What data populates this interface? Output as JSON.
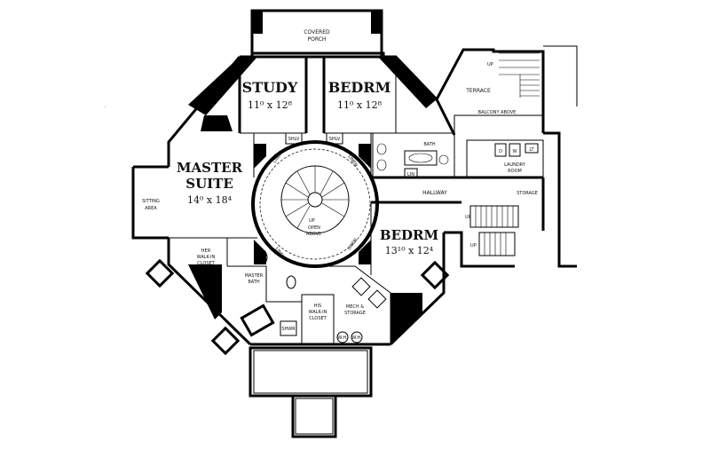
{
  "rooms": {
    "covered_porch": [
      "COVERED",
      "PORCH"
    ],
    "study": {
      "name": "STUDY",
      "dim": "11⁰ x 12⁸"
    },
    "bedrm1": {
      "name": "BEDRM",
      "dim": "11⁰ x 12⁸"
    },
    "master": {
      "name1": "MASTER",
      "name2": "SUITE",
      "dim": "14⁰ x 18⁴"
    },
    "bedrm2": {
      "name": "BEDRM",
      "dim": "13¹⁰ x 12⁴"
    },
    "terrace": "TERRACE",
    "balcony": "BALCONY ABOVE",
    "bath": "BATH",
    "laundry": [
      "LAUNDRY",
      "ROOM"
    ],
    "hallway": "HALLWAY",
    "storage": "STORAGE",
    "sitting": [
      "SITTING",
      "AREA"
    ],
    "her_closet": [
      "HER",
      "WALK-IN",
      "CLOSET"
    ],
    "master_bath": [
      "MASTER",
      "BATH"
    ],
    "his_closet": [
      "HIS",
      "WALK-IN",
      "CLOSET"
    ],
    "mech": [
      "MECH &",
      "STORAGE"
    ],
    "open_above": [
      "OPEN",
      "ABOVE"
    ]
  },
  "marks": {
    "up": "UP",
    "shlv": "SHLV",
    "linen": "LINEN",
    "lin": "LIN",
    "dryer": "D",
    "washer": "W",
    "lt": "LT",
    "shower": "SHWR",
    "wc": "W.H."
  }
}
